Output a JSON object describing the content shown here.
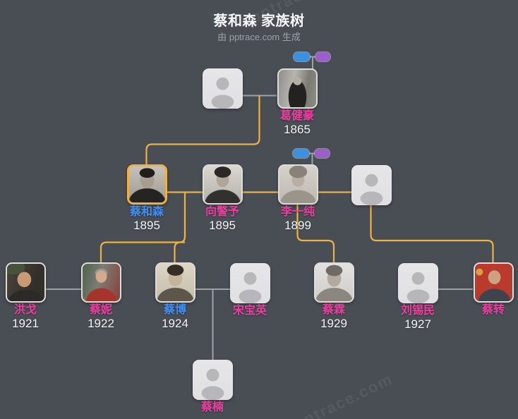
{
  "header": {
    "title": "蔡和森 家族树",
    "subtitle": "由 pptrace.com 生成",
    "watermark": "pptrace.com"
  },
  "colors": {
    "bg": "#494e55",
    "line_blood": "#ecb243",
    "line_spouse": "#9ca1a8",
    "name_female": "#ed3da0",
    "name_male": "#418ff2",
    "year": "#f2f3f5",
    "pill_blue": "#3d8fe0",
    "pill_purple": "#9c5fc9",
    "highlight": "#ecb243"
  },
  "people": [
    {
      "id": "unknown-father",
      "name": "",
      "year": "",
      "placeholder": true
    },
    {
      "id": "ge-jianhao",
      "name": "葛健豪",
      "year": "1865"
    },
    {
      "id": "cai-hesen",
      "name": "蔡和森",
      "year": "1895",
      "highlighted": true
    },
    {
      "id": "xiang-jingyu",
      "name": "向警予",
      "year": "1895"
    },
    {
      "id": "li-yichun",
      "name": "李一纯",
      "year": "1899"
    },
    {
      "id": "unknown-spouse",
      "name": "",
      "year": "",
      "placeholder": true
    },
    {
      "id": "hong-ge",
      "name": "洪戈",
      "year": "1921"
    },
    {
      "id": "cai-ni",
      "name": "蔡妮",
      "year": "1922"
    },
    {
      "id": "cai-bo",
      "name": "蔡博",
      "year": "1924"
    },
    {
      "id": "song-baoying",
      "name": "宋宝英",
      "year": "",
      "placeholder": true
    },
    {
      "id": "cai-lin",
      "name": "蔡霖",
      "year": "1929"
    },
    {
      "id": "liu-ximin",
      "name": "刘锡民",
      "year": "1927",
      "placeholder": true
    },
    {
      "id": "cai-zhuan",
      "name": "蔡转",
      "year": ""
    },
    {
      "id": "cai-nan",
      "name": "蔡楠",
      "year": "",
      "placeholder": true
    }
  ]
}
